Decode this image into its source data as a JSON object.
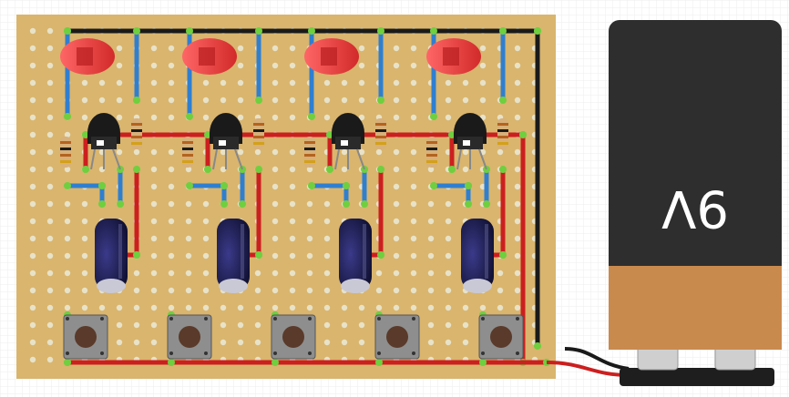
{
  "battery": {
    "label": "9V",
    "label_rotated": true
  },
  "colors": {
    "board": "#d9b56e",
    "hole": "#e8e2c8",
    "wire_red": "#cc1f1f",
    "wire_blue": "#2f7fd1",
    "wire_black": "#1a1a1a",
    "led": "#e23b3b",
    "battery_body": "#2e2e2e",
    "battery_band": "#c98a4e"
  },
  "icons": [
    "led-icon",
    "transistor-icon",
    "resistor-icon",
    "capacitor-icon",
    "pushbutton-icon",
    "battery-icon"
  ],
  "layout_stages": 4,
  "button_count": 5
}
